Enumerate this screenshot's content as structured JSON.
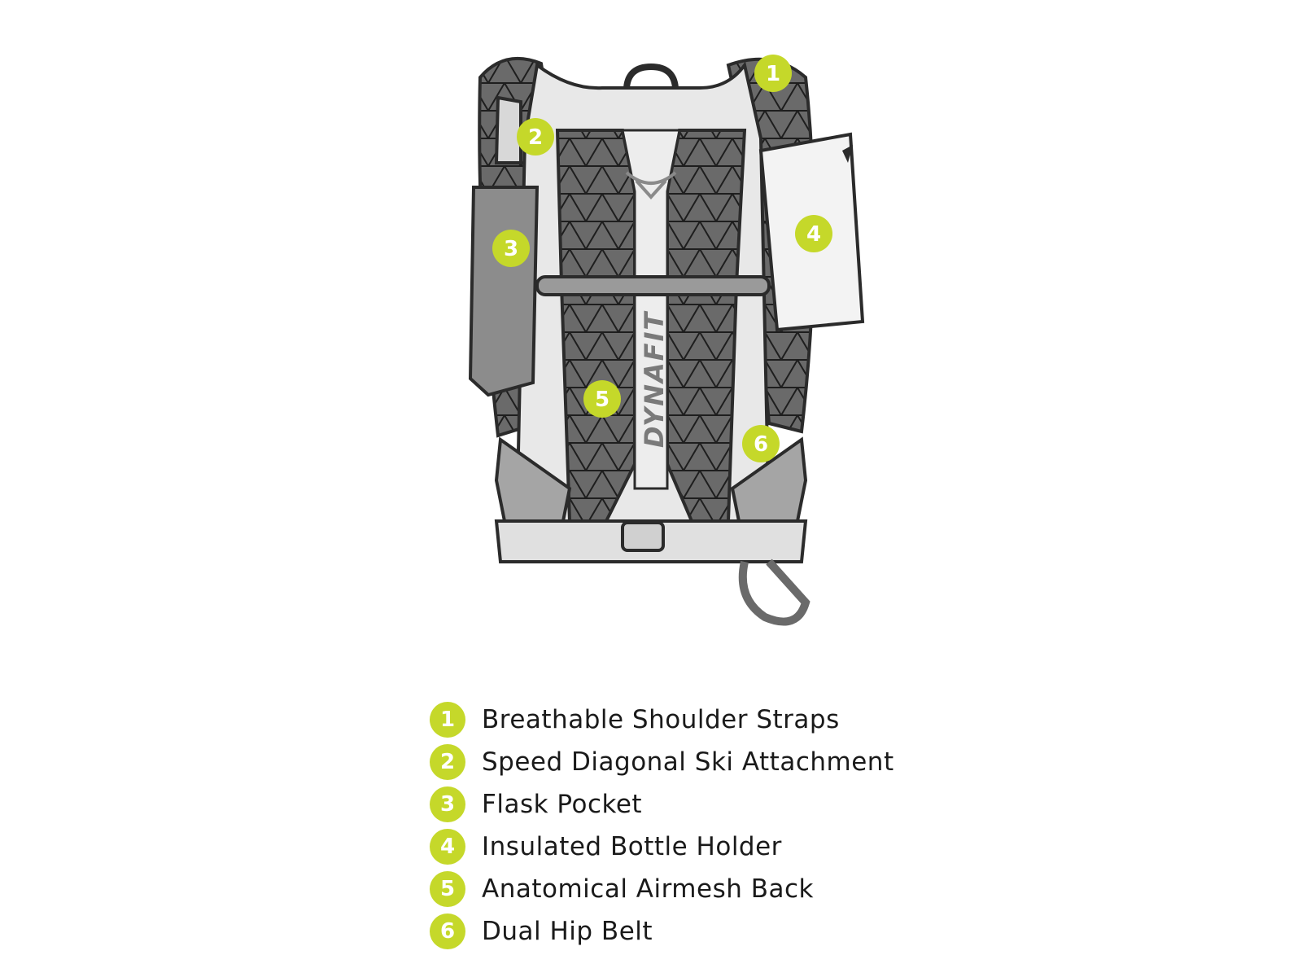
{
  "colors": {
    "accent": "#c5d82a",
    "mesh": "#5a5a5a",
    "outline": "#2b2b2b",
    "panel": "#e4e4e4",
    "pocket": "#8c8c8c"
  },
  "diagram": {
    "brand_text": "DYNAFIT",
    "logo_icon": "snow-leopard-icon"
  },
  "callouts": [
    {
      "number": "1"
    },
    {
      "number": "2"
    },
    {
      "number": "3"
    },
    {
      "number": "4"
    },
    {
      "number": "5"
    },
    {
      "number": "6"
    }
  ],
  "legend": [
    {
      "number": "1",
      "label": "Breathable Shoulder Straps"
    },
    {
      "number": "2",
      "label": "Speed Diagonal Ski Attachment"
    },
    {
      "number": "3",
      "label": "Flask Pocket"
    },
    {
      "number": "4",
      "label": "Insulated Bottle Holder"
    },
    {
      "number": "5",
      "label": "Anatomical Airmesh Back"
    },
    {
      "number": "6",
      "label": "Dual Hip Belt"
    }
  ]
}
